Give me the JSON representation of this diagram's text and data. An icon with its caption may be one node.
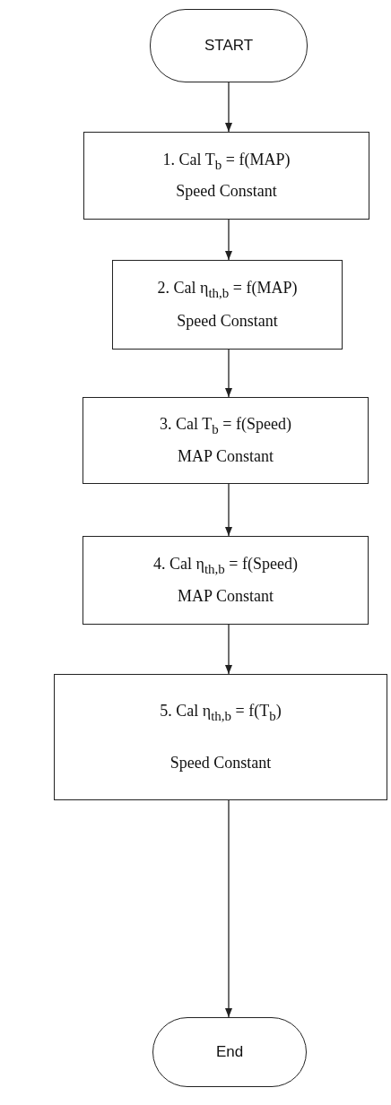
{
  "diagram": {
    "nodes": [
      {
        "text": [
          "START"
        ]
      },
      {
        "text": [
          "1. Cal T$_{b}$ = f(MAP)",
          "Speed Constant"
        ]
      },
      {
        "text": [
          "2. Cal η$_{th,b}$ = f(MAP)",
          "Speed Constant"
        ]
      },
      {
        "text": [
          "3. Cal T$_{b}$ = f(Speed)",
          "MAP Constant"
        ]
      },
      {
        "text": [
          "4. Cal η$_{th,b}$ = f(Speed)",
          "MAP Constant"
        ]
      },
      {
        "text": [
          "5. Cal η$_{th,b}$ = f(T$_{b}$)",
          "Speed Constant"
        ]
      },
      {
        "text": [
          "End"
        ]
      }
    ],
    "edges": [
      {
        "from": 0,
        "to": 1,
        "arrow": "to"
      },
      {
        "from": 1,
        "to": 2,
        "arrow": "to"
      },
      {
        "from": 2,
        "to": 3,
        "arrow": "to"
      },
      {
        "from": 3,
        "to": 4,
        "arrow": "to"
      },
      {
        "from": 4,
        "to": 5,
        "arrow": "to"
      },
      {
        "from": 5,
        "to": 6,
        "arrow": "to"
      }
    ]
  }
}
